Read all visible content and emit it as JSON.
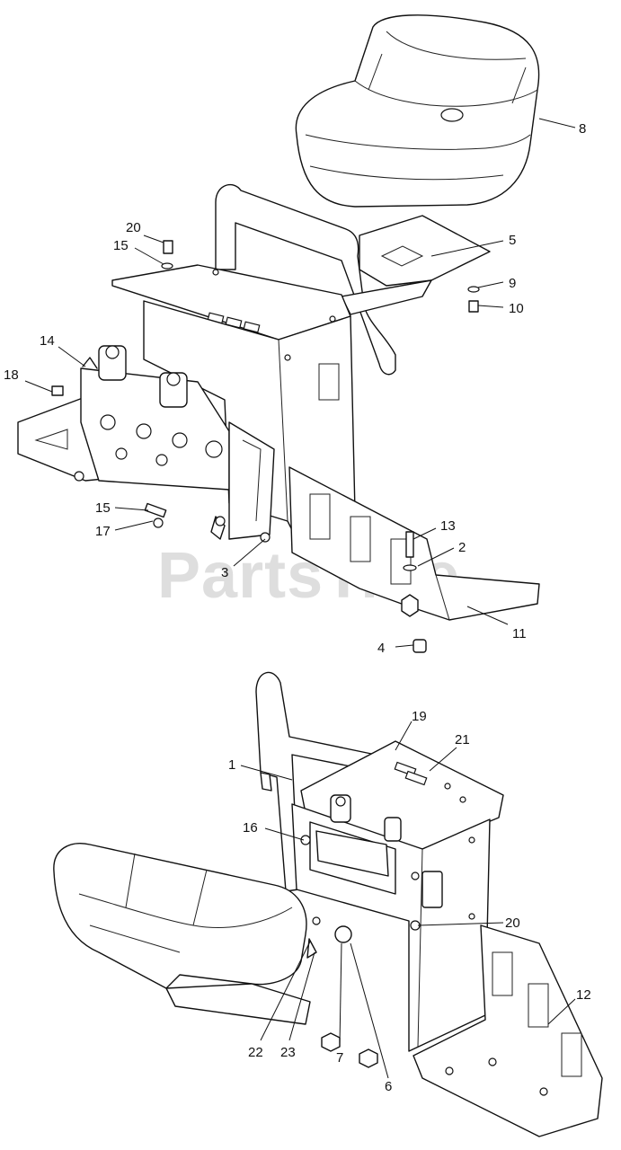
{
  "watermark": "PartsTree",
  "callouts_top": {
    "c8": "8",
    "c5": "5",
    "c9": "9",
    "c10": "10",
    "c20": "20",
    "c15a": "15",
    "c14": "14",
    "c18": "18",
    "c15b": "15",
    "c17": "17",
    "c3": "3",
    "c13": "13",
    "c2": "2",
    "c11": "11",
    "c4": "4"
  },
  "callouts_bottom": {
    "c19": "19",
    "c21": "21",
    "c1": "1",
    "c16": "16",
    "c20": "20",
    "c12": "12",
    "c22": "22",
    "c23": "23",
    "c7": "7",
    "c6": "6"
  }
}
